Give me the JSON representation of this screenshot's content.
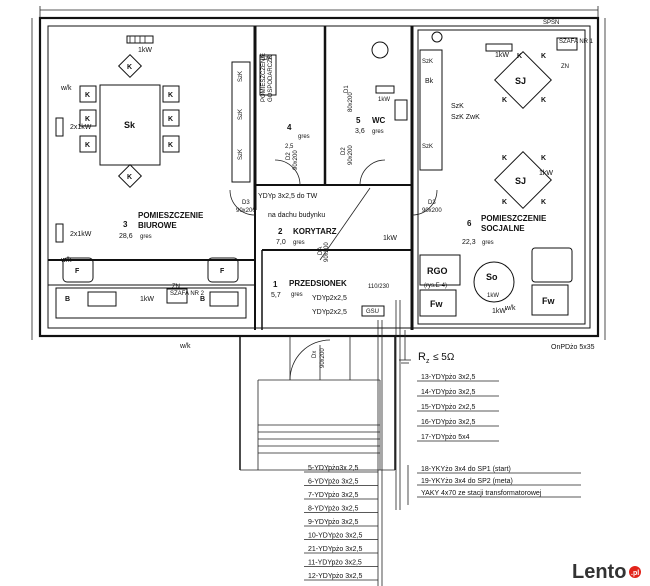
{
  "rooms": {
    "biuro": {
      "num": "3",
      "name1": "POMIESZCZENIE",
      "name2": "BIUROWE",
      "area": "28,6",
      "floor": "gres"
    },
    "socjalne": {
      "num": "6",
      "name1": "POMIESZCZENIE",
      "name2": "SOCJALNE",
      "area": "22,3",
      "floor": "gres"
    },
    "gospodarcze": {
      "num": "4",
      "name1": "POMIESZCZENIE",
      "name2": "GOSPODARCZE",
      "area": "2,5",
      "floor": "gres"
    },
    "wc": {
      "num": "5",
      "name": "WC",
      "area": "3,6",
      "floor": "gres"
    },
    "korytarz": {
      "num": "2",
      "name": "KORYTARZ",
      "area": "7,0",
      "floor": "gres"
    },
    "przedsionek": {
      "num": "1",
      "name": "PRZEDSIONEK",
      "area": "5,7",
      "floor": "gres"
    }
  },
  "furniture": {
    "chair": "K",
    "table_office": "Sk",
    "table_social": "SJ",
    "fridge": "F",
    "cabinet_b": "B",
    "fw": "Fw",
    "rgo": "RGO",
    "rgo_note": "(rys.E-4)",
    "so": "So",
    "bk": "Bk",
    "szk": "SzK",
    "szk_zwk": "SzK\nZwK",
    "szk1": "SzK"
  },
  "labels": {
    "kw1": "1kW",
    "kw2x1": "2x1kW",
    "wk": "w/k",
    "zn": "ZN",
    "szafa_nr1": "SZAFA\nNR 1",
    "szafa_nr2": "SZAFA\nNR 2",
    "spsn": "SPSN",
    "onpdzo": "OnPDżo 5x35",
    "ydy_tw": "YDYp 3x2,5 do TW",
    "ydy_tw2": "na dachu budynku",
    "ydy2x2": "YDYp2x2,5",
    "ydy2x2b": "YDYp2x2,5",
    "q11": "110/230",
    "gsu": "GSU",
    "rz": "R",
    "rz_sub": "z",
    "rz_val": "≤ 5Ω",
    "sk": "SzK",
    "szk_b": "SzK",
    "d1": "D1",
    "d1_sz": "80x200",
    "d2a": "D2",
    "d2a_sz": "90x200",
    "d2b": "D2",
    "d2b_sz": "90x200",
    "d3a": "D3",
    "d3a_sz": "90x200",
    "d3b": "D3",
    "d3b_sz": "90x200",
    "dx": "Dx",
    "dx_sz": "90x200",
    "da": "DA",
    "da_sz": "90x200"
  },
  "cables_right": [
    "13-YDYpżo 3x2,5",
    "14-YDYpżo 3x2,5",
    "15-YDYpżo 2x2,5",
    "16-YDYpżo 3x2,5",
    "17-YDYpżo 5x4"
  ],
  "cables_right2": [
    "18-YKYżo 3x4 do  SP1 (start)",
    "19-YKYżo 3x4 do  SP2 (meta)",
    "YAKY 4x70 ze stacji transformatorowej"
  ],
  "cables_left": [
    "5-YDYpżo3x 2,5",
    "6-YDYpżo 3x2,5",
    "7-YDYpżo 3x2,5",
    "8-YDYpżo 3x2,5",
    "9-YDYpżo 3x2,5",
    "10-YDYpżo 3x2,5",
    "21-YDYpżo 3x2,5",
    "11-YDYpżo 3x2,5",
    "12-YDYpżo 3x2,5"
  ],
  "watermark": {
    "text": "Lento",
    "suffix": ".pl",
    "color": "#e2231a"
  }
}
